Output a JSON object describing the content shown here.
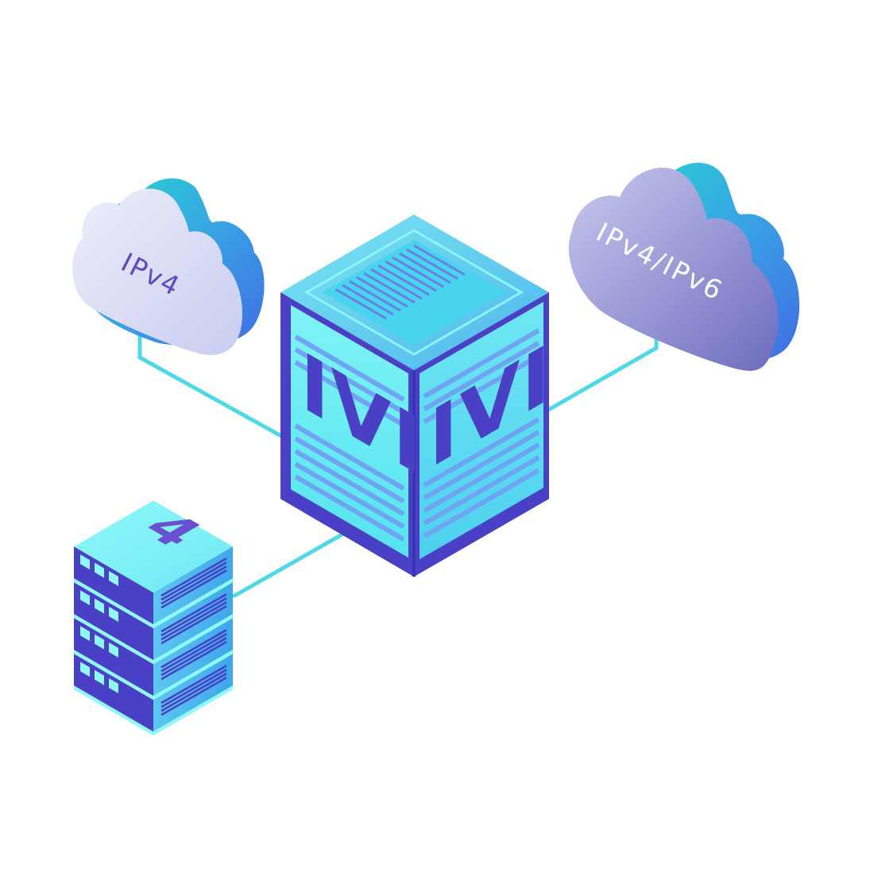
{
  "diagram": {
    "left_cloud": {
      "label": "IPv4"
    },
    "right_cloud": {
      "label": "IPv4/IPv6"
    },
    "center_box": {
      "left_face_label": "IVI",
      "right_face_label": "IVI"
    },
    "server_stack": {
      "top_label": "4",
      "units": 4
    }
  },
  "colors": {
    "connector": "#4fd8e6",
    "cyan": "#6ff2f5",
    "cyan_light": "#8ff8f9",
    "indigo": "#4a40c6",
    "blue": "#4d76e6",
    "teal": "#2ad6d6",
    "text_purple": "#5a4cc2",
    "cloud_left": "#d7daf3",
    "cloud_right": "#8f8fd6"
  }
}
